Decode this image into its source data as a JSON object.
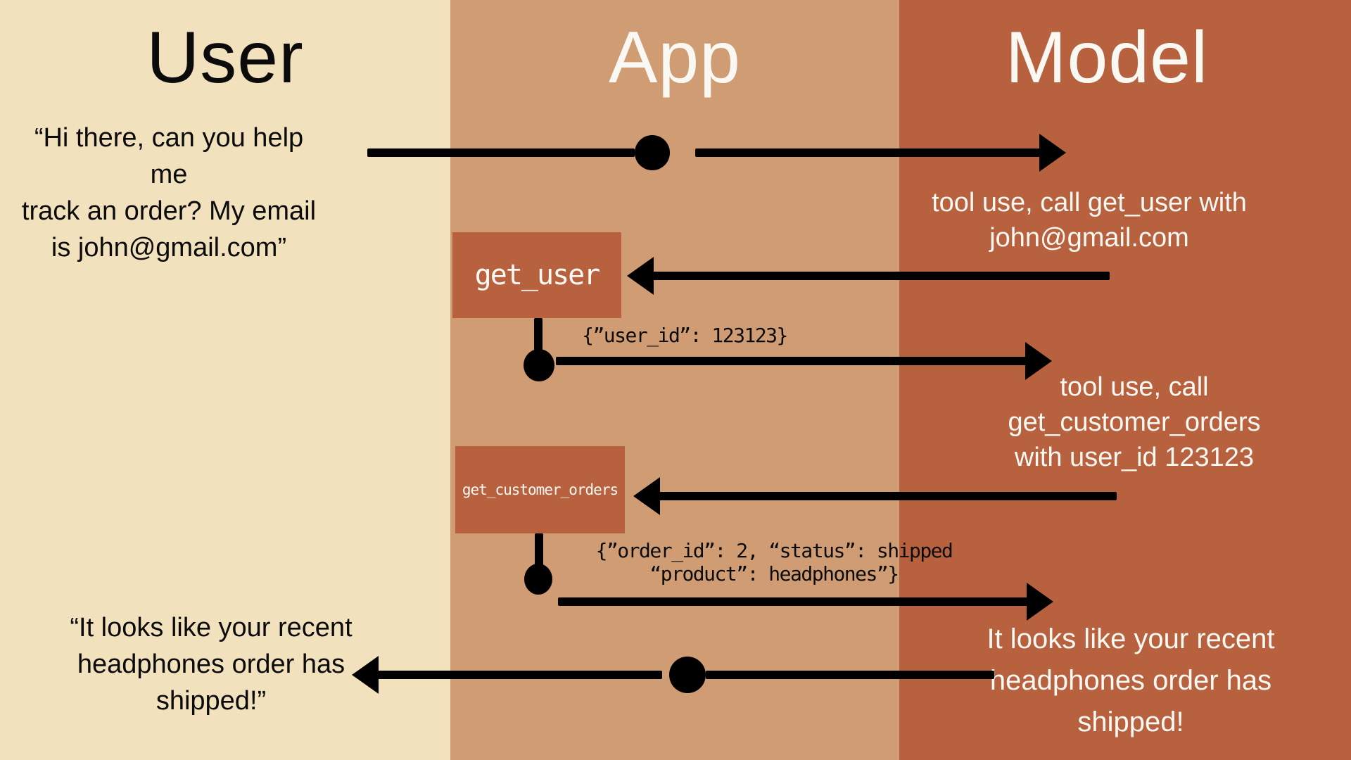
{
  "colors": {
    "user_bg": "#f2e1bd",
    "app_bg": "#d09c73",
    "model_bg": "#b7613f",
    "tool_box_bg": "#b7613f",
    "ink": "#0b0b0b",
    "light_text": "#faf8f2"
  },
  "headers": {
    "user": "User",
    "app": "App",
    "model": "Model"
  },
  "user_lane": {
    "request_lines": [
      "“Hi there, can you help me",
      "track an order? My email",
      "is john@gmail.com”"
    ],
    "response_lines": [
      "“It looks like your recent",
      "headphones order has",
      "shipped!”"
    ]
  },
  "app_lane": {
    "tool_box_1": "get_user",
    "tool_box_2": "get_customer_orders",
    "result_1": "{”user_id”: 123123}",
    "result_2_lines": [
      "{”order_id”: 2, “status”: shipped",
      "“product”: headphones”}"
    ]
  },
  "model_lane": {
    "tool_call_1_lines": [
      "tool use, call get_user with",
      "john@gmail.com"
    ],
    "tool_call_2_lines": [
      "tool use, call",
      "get_customer_orders",
      "with user_id 123123"
    ],
    "final_lines": [
      "It looks like your recent",
      "headphones order has",
      "shipped!"
    ]
  }
}
